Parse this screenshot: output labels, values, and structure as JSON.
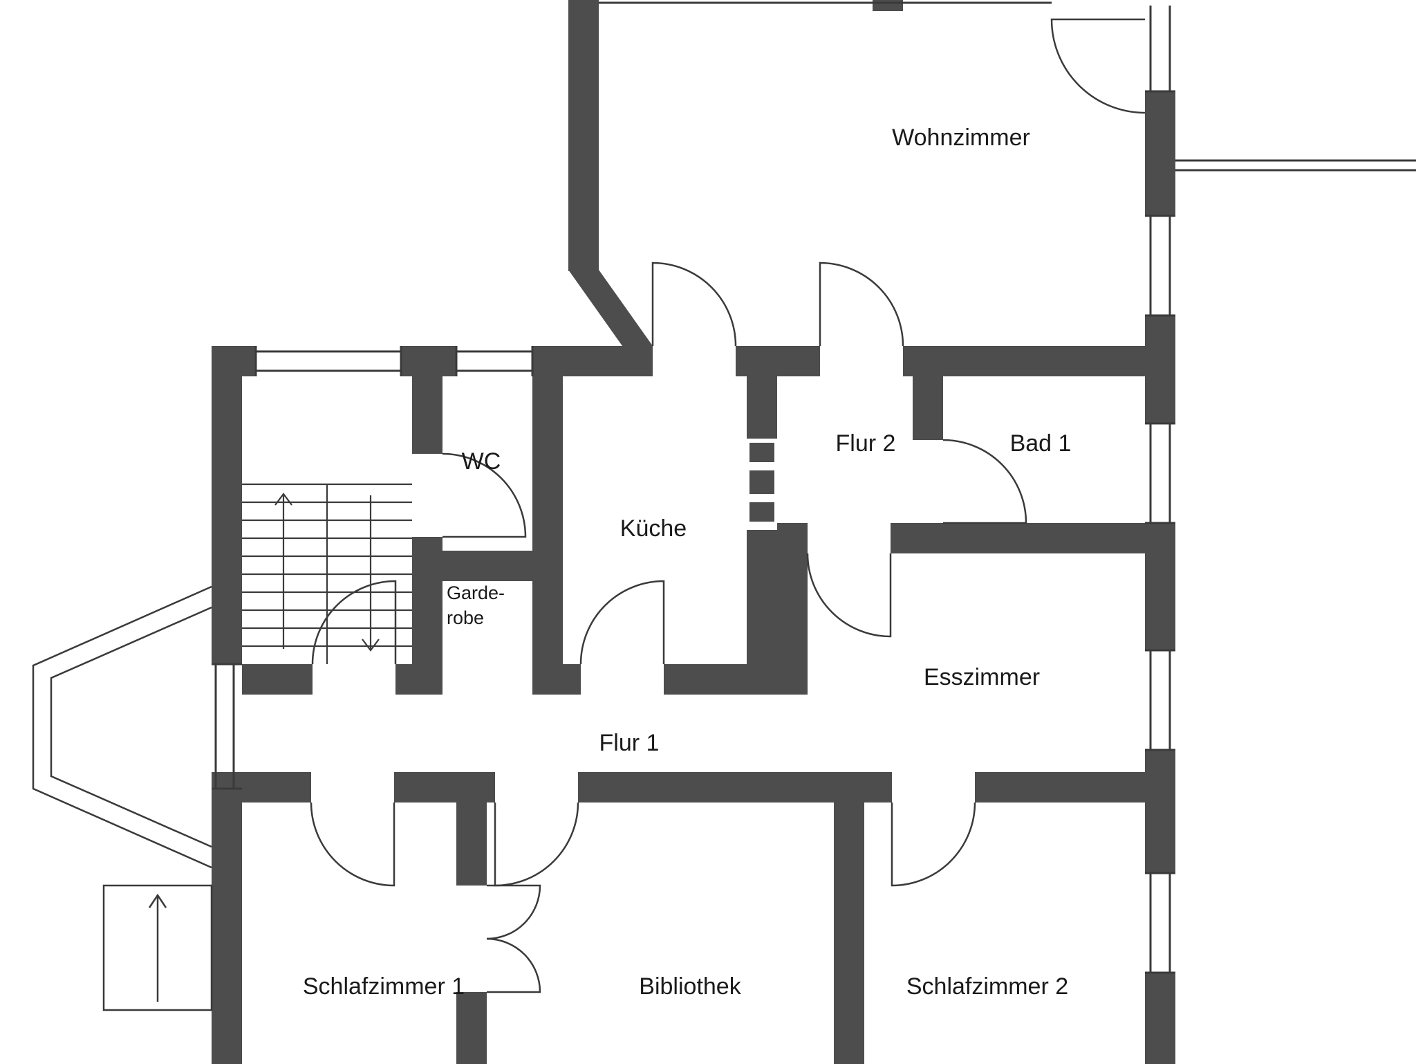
{
  "labels": {
    "wohnzimmer": "Wohnzimmer",
    "wc": "WC",
    "kueche": "Küche",
    "flur2": "Flur 2",
    "bad1": "Bad 1",
    "garderobe_line1": "Garde-",
    "garderobe_line2": "robe",
    "esszimmer": "Esszimmer",
    "flur1": "Flur 1",
    "schlafzimmer1": "Schlafzimmer 1",
    "bibliothek": "Bibliothek",
    "schlafzimmer2": "Schlafzimmer 2"
  },
  "colors": {
    "wall": "#4d4d4d",
    "line": "#3a3a3a",
    "text": "#1a1a1a",
    "background": "#ffffff"
  }
}
